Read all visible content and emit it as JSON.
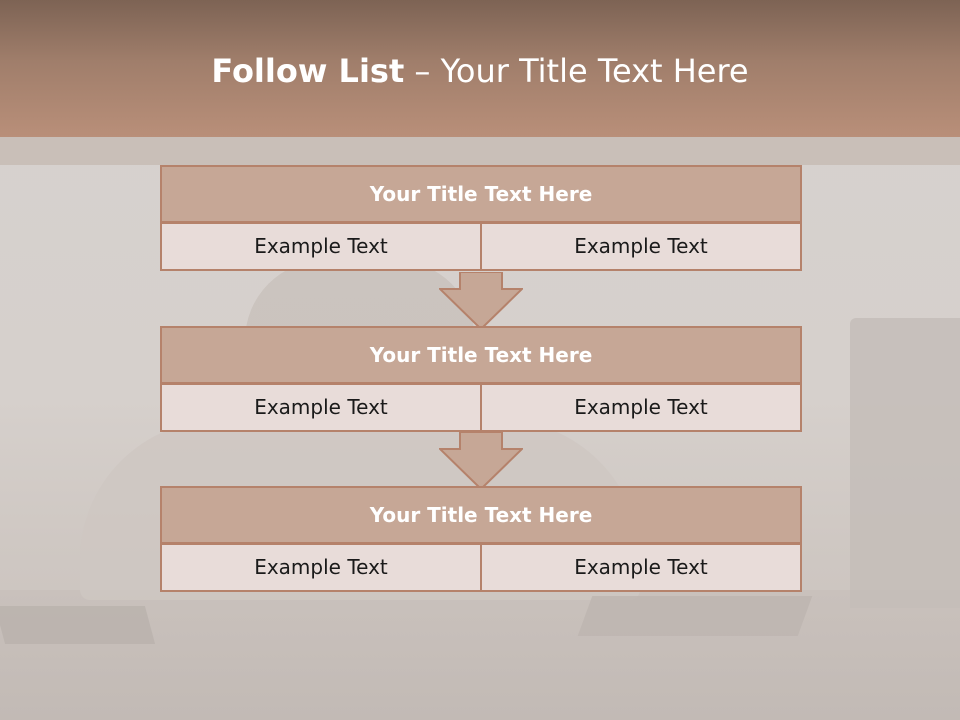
{
  "slide": {
    "title_bold": "Follow List",
    "title_rest": " – Your Title Text Here"
  },
  "steps": [
    {
      "title": "Your Title Text Here",
      "left": "Example Text",
      "right": "Example Text"
    },
    {
      "title": "Your Title Text Here",
      "left": "Example Text",
      "right": "Example Text"
    },
    {
      "title": "Your Title Text Here",
      "left": "Example Text",
      "right": "Example Text"
    }
  ],
  "colors": {
    "header": "#b98f79",
    "box_title": "#c6a796",
    "box_cell": "#e8dcd9",
    "border": "#b5826b"
  }
}
